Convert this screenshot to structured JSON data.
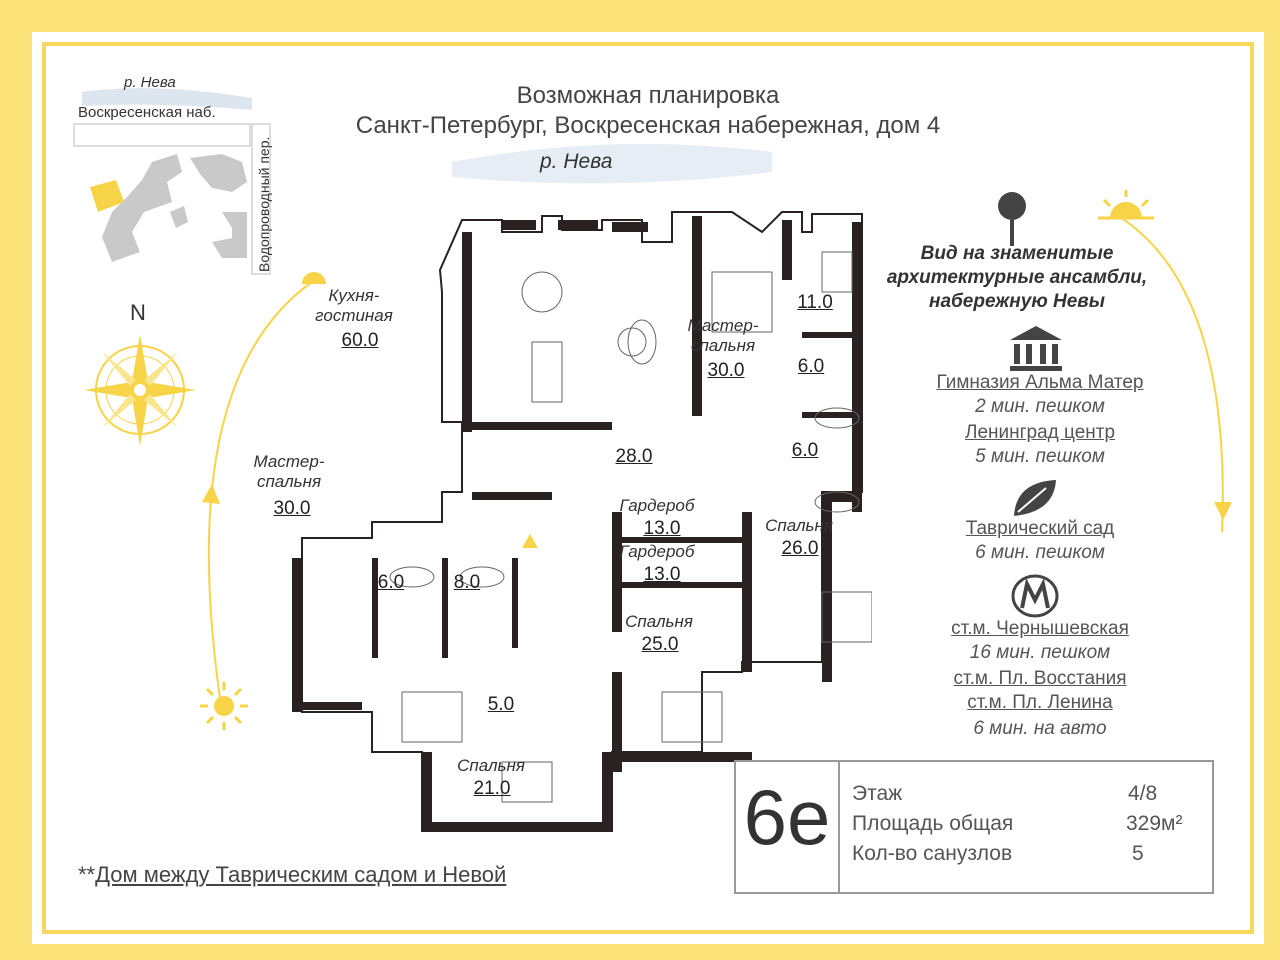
{
  "title": {
    "line1": "Возможная планировка",
    "line2": "Санкт-Петербург, Воскресенская набережная, дом 4"
  },
  "locator_map": {
    "river": "р. Нева",
    "embankment": "Воскресенская наб.",
    "lane": "Водопроводный пер."
  },
  "compass": {
    "north": "N"
  },
  "plan": {
    "river_label": "р. Нева",
    "rooms": [
      {
        "name": "Кухня-\nгостиная",
        "area": "60.0"
      },
      {
        "name": "Мастер-\nспальня",
        "area": "30.0"
      },
      {
        "name": "",
        "area": "11.0"
      },
      {
        "name": "",
        "area": "6.0"
      },
      {
        "name": "",
        "area": "28.0"
      },
      {
        "name": "",
        "area": "6.0"
      },
      {
        "name": "Мастер-\nспальня",
        "area": "30.0"
      },
      {
        "name": "Гардероб",
        "area": "13.0"
      },
      {
        "name": "Гардероб",
        "area": "13.0"
      },
      {
        "name": "Спальня",
        "area": "26.0"
      },
      {
        "name": "",
        "area": "6.0"
      },
      {
        "name": "",
        "area": "8.0"
      },
      {
        "name": "Спальня",
        "area": "25.0"
      },
      {
        "name": "",
        "area": "5.0"
      },
      {
        "name": "Спальня",
        "area": "21.0"
      }
    ]
  },
  "info": {
    "view": "Вид на знаменитые\nархитектурные ансамбли,\nнабережную Невы",
    "gym_name": "Гимназия Альма Матер",
    "gym_time": "2 мин. пешком",
    "center_name": "Ленинград центр",
    "center_time": "5 мин. пешком",
    "garden_name": "Таврический сад",
    "garden_time": "6 мин. пешком",
    "metro1_name": "ст.м. Чернышевская",
    "metro1_time": "16 мин. пешком",
    "metro2_name": "ст.м. Пл. Восстания",
    "metro3_name": "ст.м. Пл. Ленина",
    "metro_time": "6 мин. на авто"
  },
  "specs": {
    "code": "6е",
    "floor_label": "Этаж",
    "floor_value": "4/8",
    "area_label": "Площадь общая",
    "area_value": "329м²",
    "bath_label": "Кол-во санузлов",
    "bath_value": "5"
  },
  "footnote": {
    "prefix": "**",
    "text": "Дом между Таврическим садом и Невой"
  },
  "colors": {
    "frame": "#fbe37a",
    "walls": "#2a2222",
    "accent": "#f7d347",
    "text": "#333333"
  }
}
